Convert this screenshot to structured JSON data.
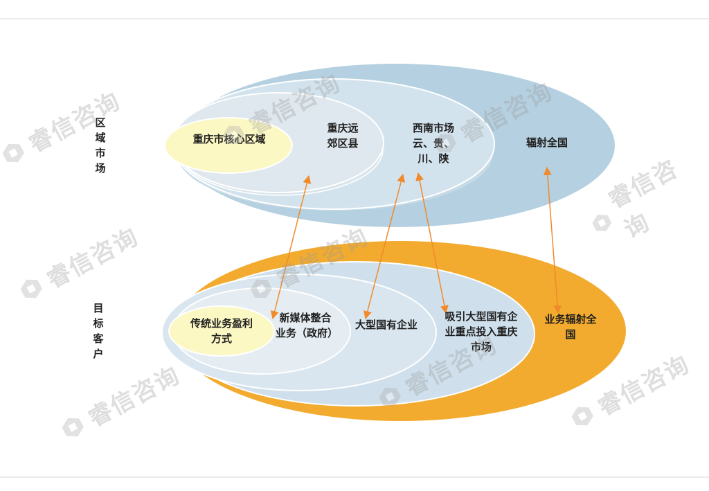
{
  "side_labels": {
    "region": [
      "区",
      "域",
      "市",
      "场"
    ],
    "customer": [
      "目",
      "标",
      "客",
      "户"
    ]
  },
  "region_rings": {
    "core": "重庆市核心区域",
    "suburb": "重庆远郊区县",
    "southwest": "西南市场云、贵、川、陕",
    "nation": "辐射全国"
  },
  "customer_rings": {
    "traditional": "传统业务盈利方式",
    "newmedia": "新媒体整合业务（政府）",
    "soe": "大型国有企业",
    "attract": "吸引大型国有企业重点投入重庆市场",
    "nationwide": "业务辐射全国"
  },
  "watermark": "睿信咨询",
  "colors": {
    "region_outer": "#b5d0e0",
    "region_mid": "#c9dde9",
    "region_inner": "#dbe8f1",
    "region_inner2": "#e3ebf0",
    "region_core": "#fbf8c4",
    "customer_outer": "#f2ab2e",
    "customer_ring": "#d1e2ee",
    "customer_core": "#fbf8c4",
    "arrow": "#f08a2a"
  }
}
